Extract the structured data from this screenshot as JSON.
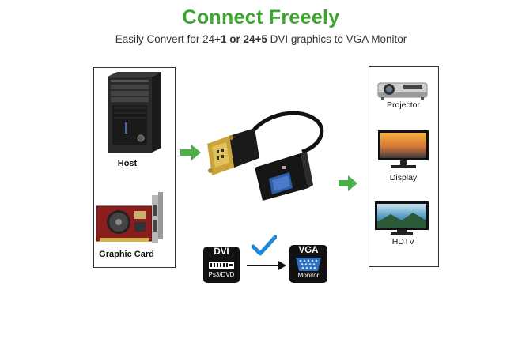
{
  "header": {
    "title": "Connect Freeely",
    "subtitle_prefix": "Easily Convert for 24+",
    "subtitle_bold": "1 or 24+5",
    "subtitle_suffix": " DVI graphics to VGA Monitor"
  },
  "source": {
    "host_label": "Host",
    "graphic_card_label": "Graphic Card"
  },
  "outputs": {
    "projector_label": "Projector",
    "display_label": "Display",
    "hdtv_label": "HDTV"
  },
  "diagram": {
    "dvi_label": "DVI",
    "dvi_sub": "Ps3/DVD",
    "vga_label": "VGA",
    "vga_sub": "Monitor"
  },
  "colors": {
    "title_green": "#3aa62c",
    "arrow_green": "#4cb04a",
    "check_blue": "#1e88d6"
  }
}
